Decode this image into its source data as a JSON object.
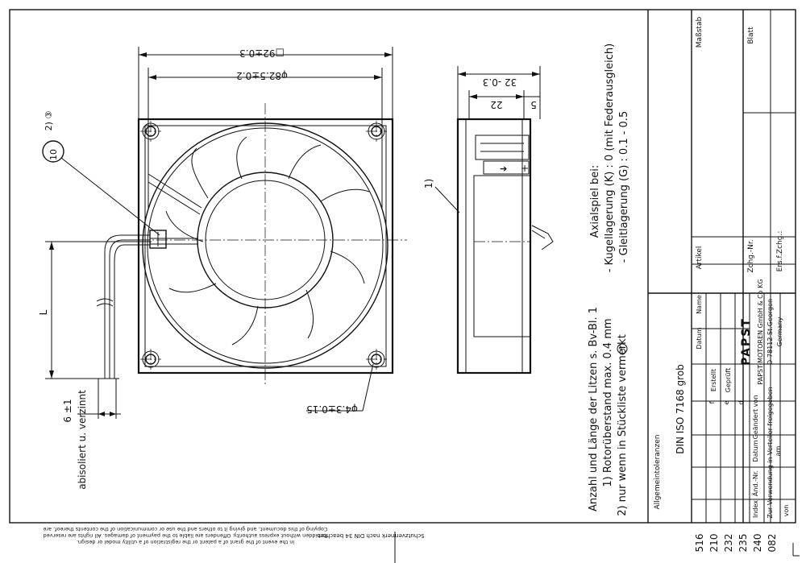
{
  "front_view": {
    "dim_outer": "□92±0.3",
    "dim_inner": "φ82.5±0.2",
    "dim_hole": "φ4.3±0.15",
    "callout_10": "10",
    "callout_2_3": "2) ③",
    "lead_length_label": "L",
    "strip_length": "6 ±1",
    "strip_note": "abisoliert u. verzinnt"
  },
  "side_view": {
    "dim_depth": "32 -0.3",
    "dim_22": "22",
    "dim_5": "5",
    "callout_1": "1)",
    "sign_plus": "+",
    "sign_arrow": "➔"
  },
  "notes": {
    "axial_title": "Axialspiel bei:",
    "axial_ball": "- Kugellagerung (K) : 0 (mit Federausgleich)",
    "axial_sleeve": "- Gleitlagerung (G) : 0.1 - 0.5",
    "leads_note": "Anzahl und Länge der Litzen s. Bv-Bl. 1",
    "note_1": "1) Rotorüberstand max. 0.4 mm",
    "note_2": "2) nur wenn in Stückliste vermerkt",
    "note_2_mark": "f",
    "din_note": "DIN ISO 7168 grob",
    "tolerance_label": "Allgemeintoleranzen"
  },
  "title_block": {
    "massstab": "Maßstab",
    "blatt": "Blatt",
    "artikel": "Artikel",
    "zchg_nr": "Zchg.-Nr.",
    "ers_f_zchg": "Ers.f.Zchg.:",
    "datum": "Datum",
    "name": "Name",
    "erstellt": "Erstellt",
    "geprueft": "Geprüft",
    "company_logo": "PAPST",
    "company_line1": "PAPST-MOTOREN GmbH & Co KG",
    "company_line2": "D-78112 St.Georgen",
    "company_line3": "Germany",
    "index": "Index",
    "aend_nr": "Änd.-Nr.",
    "col_datum": "Datum",
    "geaendert_von": "Geändert von",
    "zur_verwendung": "Zur Verwendung in Verteiler freigegeben",
    "am": "am",
    "von": "von",
    "index_letters": [
      "f",
      "e",
      "d"
    ],
    "bottom_numbers": [
      "516",
      "210",
      "232",
      "235",
      "240",
      "082"
    ]
  },
  "margin_text": {
    "copyright_line1": "Copying of this document, and giving it to others and the use or communication of the contents thereof, are",
    "copyright_line2": "forbidden without express authority. Offenders are liable to the payment of damages. All rights are reserved",
    "copyright_line3": "in the event of the grant of a patent or the registration of a utility model or design.",
    "protection_note": "Schutzvermerk nach DIN 34 beachten"
  }
}
